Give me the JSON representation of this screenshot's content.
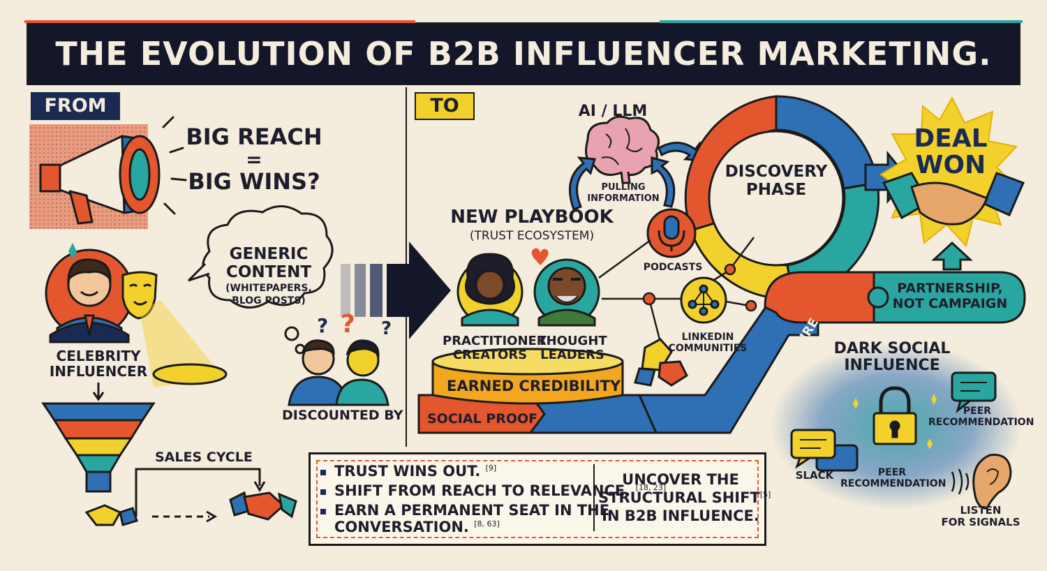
{
  "title": "THE EVOLUTION OF B2B INFLUENCER MARKETING.",
  "from_section": {
    "tag": "FROM",
    "big_reach": "BIG REACH",
    "equals": "=",
    "big_wins": "BIG WINS?",
    "generic_content": [
      "GENERIC",
      "CONTENT"
    ],
    "generic_sub": [
      "(WHITEPAPERS,",
      "BLOG POSTS)"
    ],
    "celebrity": [
      "CELEBRITY",
      "INFLUENCER"
    ],
    "discounted_by": "DISCOUNTED BY",
    "sales_cycle": "SALES CYCLE",
    "question_marks": [
      "?",
      "?",
      "?"
    ]
  },
  "to_section": {
    "tag": "TO",
    "ai_llm": "AI / LLM",
    "pulling_info": [
      "PULLING",
      "INFORMATION"
    ],
    "discovery_phase": [
      "DISCOVERY",
      "PHASE"
    ],
    "deal_won": [
      "DEAL",
      "WON"
    ],
    "new_playbook": "NEW PLAYBOOK",
    "trust_ecosystem": "(TRUST ECOSYSTEM)",
    "podcasts": "PODCASTS",
    "practitioner": [
      "PRACTITIONER",
      "CREATORS"
    ],
    "thought_leaders": [
      "THOUGHT",
      "LEADERS"
    ],
    "linkedin": [
      "LINKEDIN",
      "COMMUNITIES"
    ],
    "earned_credibility": "EARNED CREDIBILITY",
    "social_proof": "SOCIAL PROOF",
    "infrastructure": "INFRASTRUCTURE",
    "partnership": [
      "PARTNERSHIP,",
      "NOT CAMPAIGN"
    ],
    "dark_social": [
      "DARK SOCIAL",
      "INFLUENCE"
    ],
    "peer_rec_right": [
      "PEER",
      "RECOMMENDATION"
    ],
    "peer_rec_bottom": [
      "PEER",
      "RECOMMENDATION"
    ],
    "slack": "SLACK",
    "listen": [
      "LISTEN",
      "FOR SIGNALS"
    ]
  },
  "summary": {
    "bullets": [
      {
        "text": "TRUST WINS OUT.",
        "ref": "[9]"
      },
      {
        "text": "SHIFT FROM REACH TO RELEVANCE.",
        "ref": "[18, 23]"
      },
      {
        "text": "EARN A PERMANENT SEAT IN THE",
        "ref": ""
      },
      {
        "text": "CONVERSATION.",
        "ref": "[8, 63]"
      }
    ],
    "uncover": [
      "UNCOVER THE",
      "STRUCTURAL SHIFT",
      "IN B2B INFLUENCE."
    ],
    "uncover_ref": "[5]"
  },
  "colors": {
    "navy": "#1b2a52",
    "orange": "#e4572e",
    "yellow": "#f2d12c",
    "teal": "#2aa6a0",
    "blue": "#2f6fb3",
    "cream": "#f4ecdc",
    "ink": "#1a1a1a"
  }
}
